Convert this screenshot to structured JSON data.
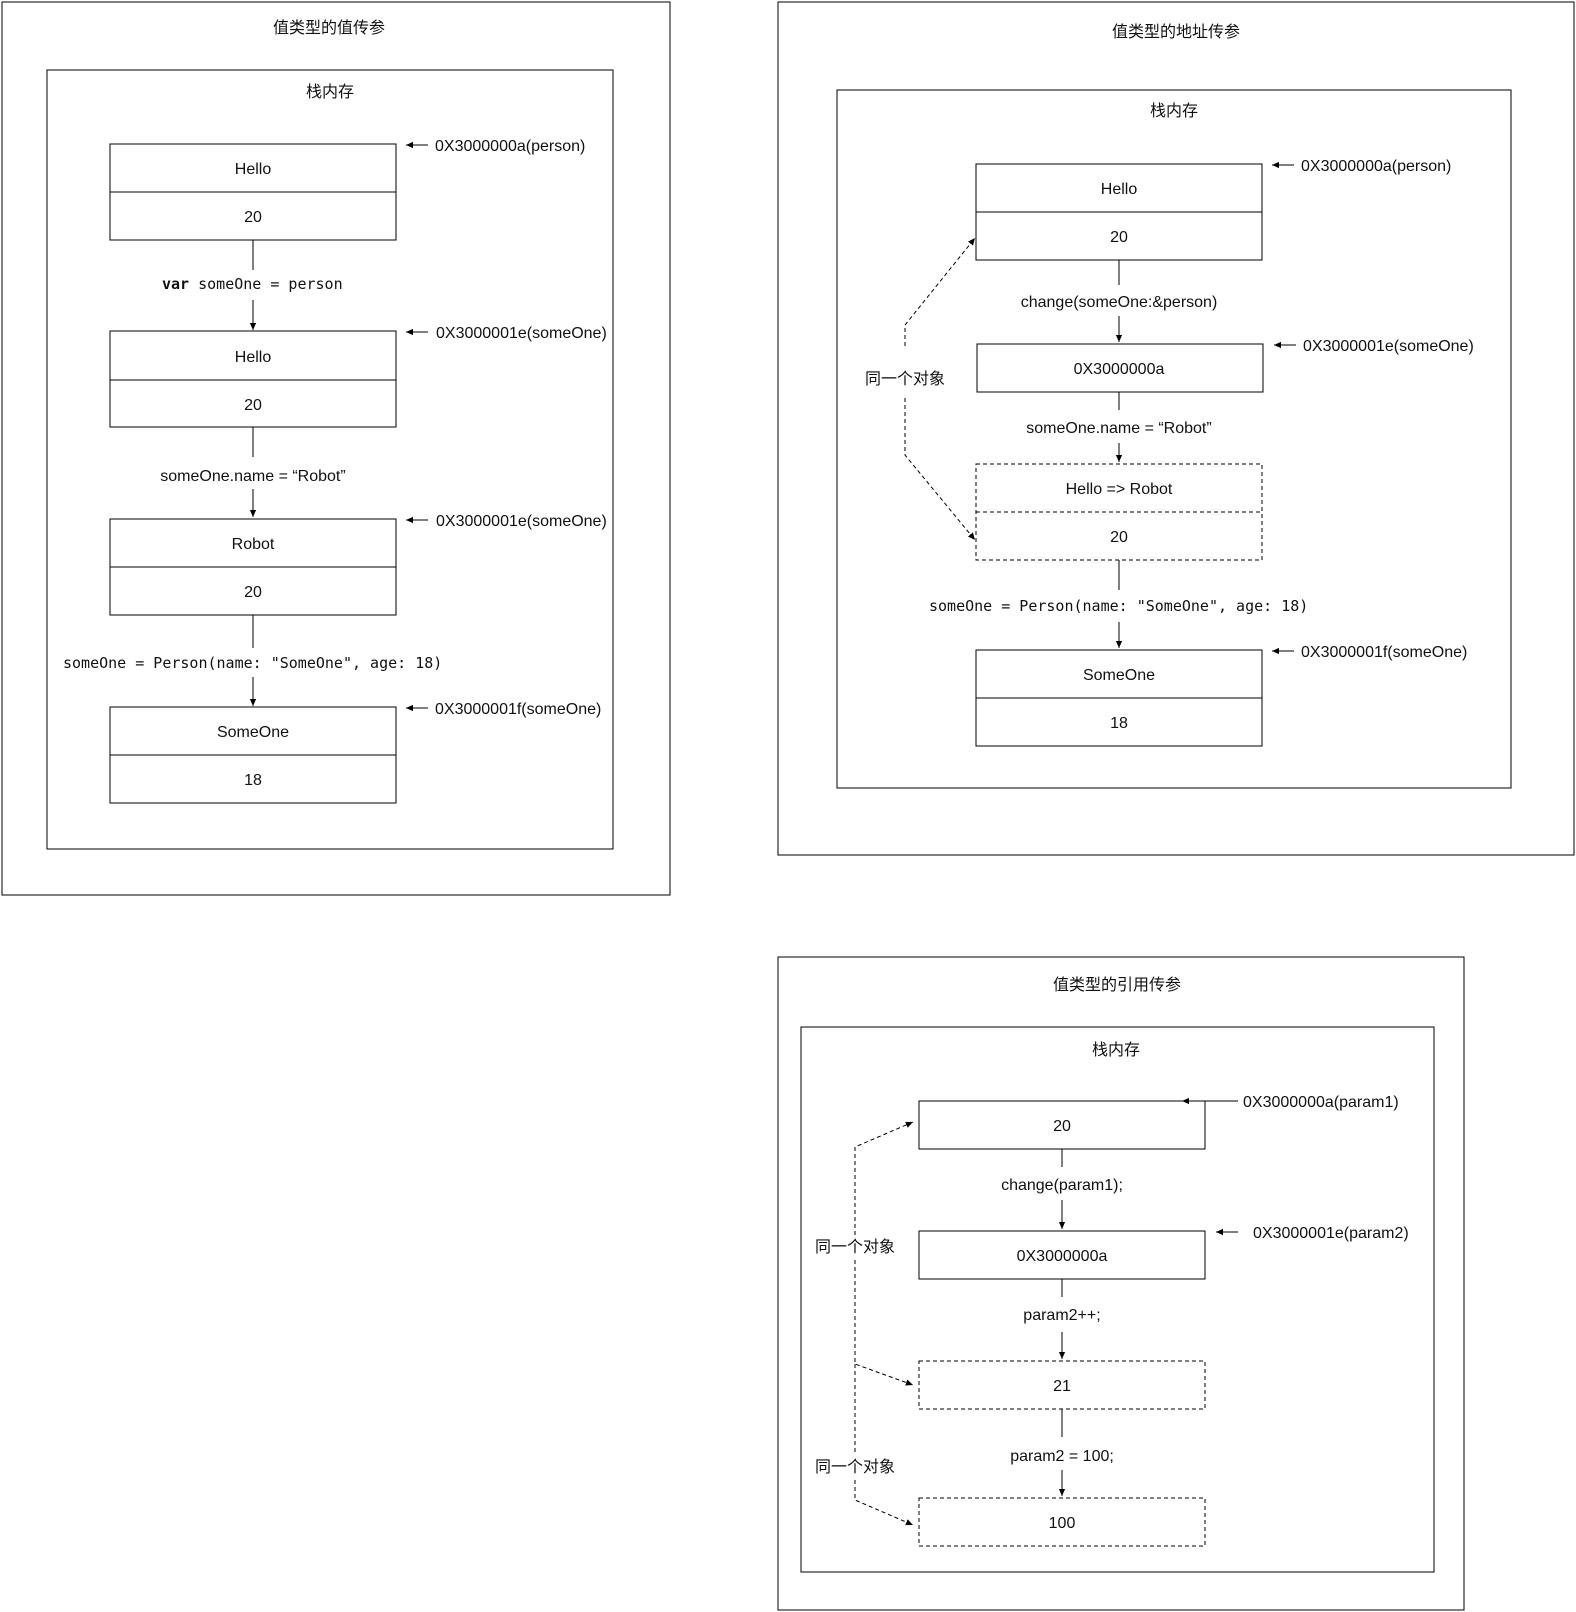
{
  "colors": {
    "red": "#C8102E",
    "orange": "#C84B00",
    "teal": "#006666",
    "blue": "#003F87",
    "black": "#111111"
  },
  "panel1": {
    "title": "值类型的值传参",
    "stack_label": "栈内存",
    "box1": {
      "top": "Hello",
      "bottom": "20",
      "address": "0X3000000a(person)"
    },
    "step1_keyword": "var",
    "step1_code": " someOne = person",
    "box2": {
      "top": "Hello",
      "bottom": "20",
      "address": "0X3000001e(someOne)"
    },
    "step2": "someOne.name = “Robot”",
    "box3": {
      "top": "Robot",
      "bottom": "20",
      "address": "0X3000001e(someOne)"
    },
    "step3": "someOne = Person(name: \"SomeOne\", age: 18)",
    "box4": {
      "top": "SomeOne",
      "bottom": "18",
      "address": "0X3000001f(someOne)"
    }
  },
  "panel2": {
    "title": "值类型的地址传参",
    "stack_label": "栈内存",
    "box1": {
      "top": "Hello",
      "bottom": "20",
      "address": "0X3000000a(person)"
    },
    "step1": "change(someOne:&person)",
    "box2": {
      "value": "0X3000000a",
      "address": "0X3000001e(someOne)"
    },
    "step2": "someOne.name = “Robot”",
    "box3": {
      "top": "Hello => Robot",
      "bottom": "20"
    },
    "step3": "someOne = Person(name: \"SomeOne\", age: 18)",
    "box4": {
      "top": "SomeOne",
      "bottom": "18",
      "address": "0X3000001f(someOne)"
    },
    "same_object": "同一个对象"
  },
  "panel3": {
    "title": "值类型的引用传参",
    "stack_label": "栈内存",
    "box1": {
      "value": "20",
      "address": "0X3000000a(param1)"
    },
    "step1": "change(param1);",
    "box2": {
      "value": "0X3000000a",
      "address": "0X3000001e(param2)"
    },
    "step2": "param2++;",
    "box3": {
      "value": "21"
    },
    "step3": "param2 = 100;",
    "box4": {
      "value": "100"
    },
    "same_object_1": "同一个对象",
    "same_object_2": "同一个对象"
  }
}
